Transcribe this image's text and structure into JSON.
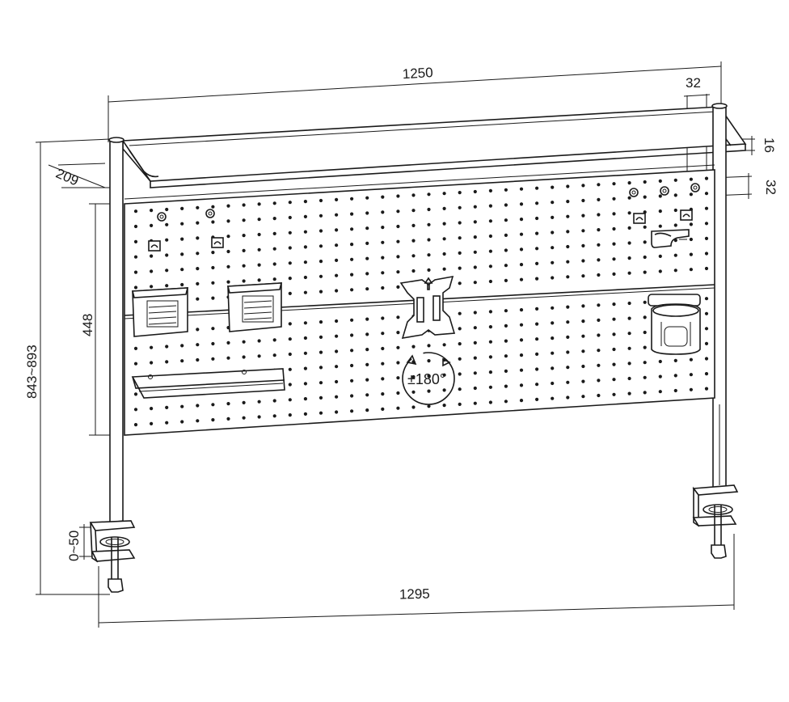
{
  "dimensions": {
    "top_width": "1250",
    "bottom_width": "1295",
    "peg_spacing_top": "32",
    "shelf_thickness": "16",
    "peg_spacing_side": "32",
    "shelf_depth": "209",
    "panel_height": "448",
    "total_height": "843~893",
    "clamp_range": "0~50"
  },
  "rotation_label": "±180°",
  "colors": {
    "line": "#1a1a1a",
    "background": "#ffffff"
  }
}
